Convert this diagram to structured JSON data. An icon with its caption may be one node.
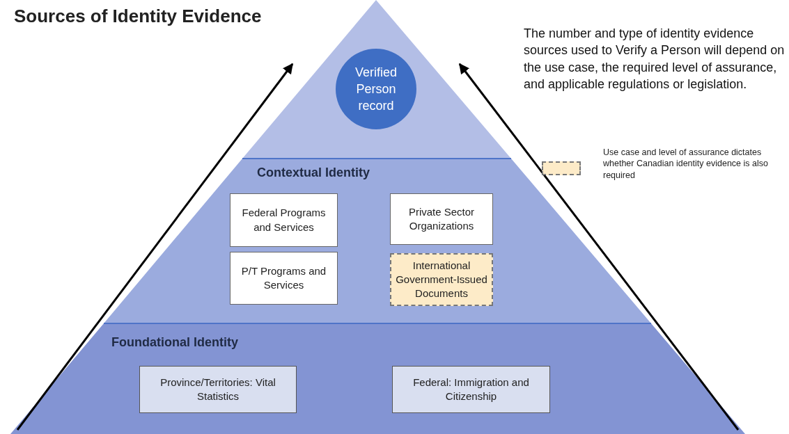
{
  "diagram": {
    "title": "Sources of Identity Evidence",
    "nodes": [
      {
        "text": [],
        "shape": "triangle"
      },
      {
        "text": [
          "Verified Person record"
        ],
        "in": 0
      },
      {
        "text": [
          "Contextual Identity"
        ]
      },
      {
        "text": [
          "Federal Programs and Services"
        ],
        "in": 2
      },
      {
        "text": [
          "Private Sector Organizations"
        ],
        "in": 2
      },
      {
        "text": [
          "P/T Programs and Services"
        ],
        "in": 2
      },
      {
        "text": [
          "International Government-Issued Documents"
        ],
        "in": 2
      },
      {
        "text": [
          "Foundational Identity"
        ]
      },
      {
        "text": [
          "Province/Territories: Vital Statistics"
        ],
        "in": 7
      },
      {
        "text": [
          "Federal: Immigration and Citizenship"
        ],
        "in": 7
      }
    ],
    "edges": [
      {
        "from": 7,
        "to": 0,
        "arrow": "to"
      },
      {
        "from": 7,
        "to": 0,
        "arrow": "to"
      }
    ],
    "labels": [
      "The number and type of identity evidence sources used to Verify a Person will depend on the use case, the required level of assurance, and applicable regulations or legislation."
    ],
    "legend": [
      {
        "text": "Use case and level of assurance dictates whether Canadian identity evidence is also required",
        "color": "#fdebc8"
      }
    ]
  }
}
